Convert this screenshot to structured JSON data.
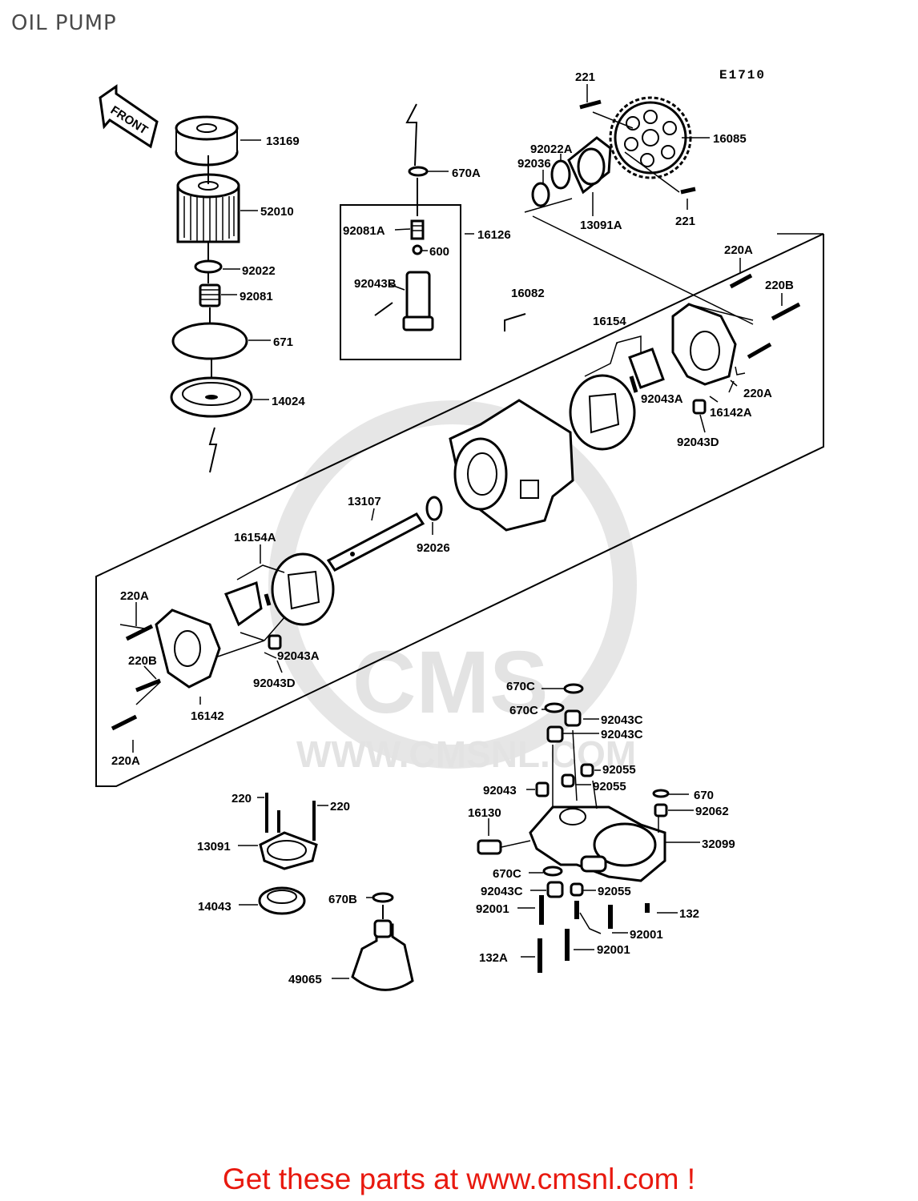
{
  "page": {
    "title": "OIL PUMP",
    "code": "E1710",
    "footer": "Get these parts at www.cmsnl.com !"
  },
  "front_label": "FRONT",
  "watermark": {
    "brand": "CMS",
    "url": "WWW.CMSNL.COM"
  },
  "labels": [
    {
      "id": "13169",
      "text": "13169"
    },
    {
      "id": "52010",
      "text": "52010"
    },
    {
      "id": "92022",
      "text": "92022"
    },
    {
      "id": "92081",
      "text": "92081"
    },
    {
      "id": "671",
      "text": "671"
    },
    {
      "id": "14024",
      "text": "14024"
    },
    {
      "id": "670A",
      "text": "670A"
    },
    {
      "id": "92081A",
      "text": "92081A"
    },
    {
      "id": "16126",
      "text": "16126"
    },
    {
      "id": "600",
      "text": "600"
    },
    {
      "id": "92043B",
      "text": "92043B"
    },
    {
      "id": "221a",
      "text": "221"
    },
    {
      "id": "16085",
      "text": "16085"
    },
    {
      "id": "92022A",
      "text": "92022A"
    },
    {
      "id": "92036",
      "text": "92036"
    },
    {
      "id": "13091A",
      "text": "13091A"
    },
    {
      "id": "221b",
      "text": "221"
    },
    {
      "id": "220Aa",
      "text": "220A"
    },
    {
      "id": "220Ba",
      "text": "220B"
    },
    {
      "id": "16082",
      "text": "16082"
    },
    {
      "id": "16154",
      "text": "16154"
    },
    {
      "id": "92043Aa",
      "text": "92043A"
    },
    {
      "id": "220Ab",
      "text": "220A"
    },
    {
      "id": "16142A",
      "text": "16142A"
    },
    {
      "id": "92043Da",
      "text": "92043D"
    },
    {
      "id": "13107",
      "text": "13107"
    },
    {
      "id": "92026",
      "text": "92026"
    },
    {
      "id": "16154A",
      "text": "16154A"
    },
    {
      "id": "220Ac",
      "text": "220A"
    },
    {
      "id": "220Bb",
      "text": "220B"
    },
    {
      "id": "92043Ab",
      "text": "92043A"
    },
    {
      "id": "92043Db",
      "text": "92043D"
    },
    {
      "id": "16142",
      "text": "16142"
    },
    {
      "id": "220Ad",
      "text": "220A"
    },
    {
      "id": "670Ca",
      "text": "670C"
    },
    {
      "id": "670Cb",
      "text": "670C"
    },
    {
      "id": "92043Ca",
      "text": "92043C"
    },
    {
      "id": "92043Cb",
      "text": "92043C"
    },
    {
      "id": "92055a",
      "text": "92055"
    },
    {
      "id": "92043",
      "text": "92043"
    },
    {
      "id": "92055b",
      "text": "92055"
    },
    {
      "id": "670",
      "text": "670"
    },
    {
      "id": "92062",
      "text": "92062"
    },
    {
      "id": "16130",
      "text": "16130"
    },
    {
      "id": "32099",
      "text": "32099"
    },
    {
      "id": "670Cc",
      "text": "670C"
    },
    {
      "id": "92043Cc",
      "text": "92043C"
    },
    {
      "id": "92055c",
      "text": "92055"
    },
    {
      "id": "92001a",
      "text": "92001"
    },
    {
      "id": "132",
      "text": "132"
    },
    {
      "id": "92001b",
      "text": "92001"
    },
    {
      "id": "92001c",
      "text": "92001"
    },
    {
      "id": "132A",
      "text": "132A"
    },
    {
      "id": "220a",
      "text": "220"
    },
    {
      "id": "220b",
      "text": "220"
    },
    {
      "id": "13091",
      "text": "13091"
    },
    {
      "id": "14043",
      "text": "14043"
    },
    {
      "id": "670B",
      "text": "670B"
    },
    {
      "id": "49065",
      "text": "49065"
    }
  ]
}
